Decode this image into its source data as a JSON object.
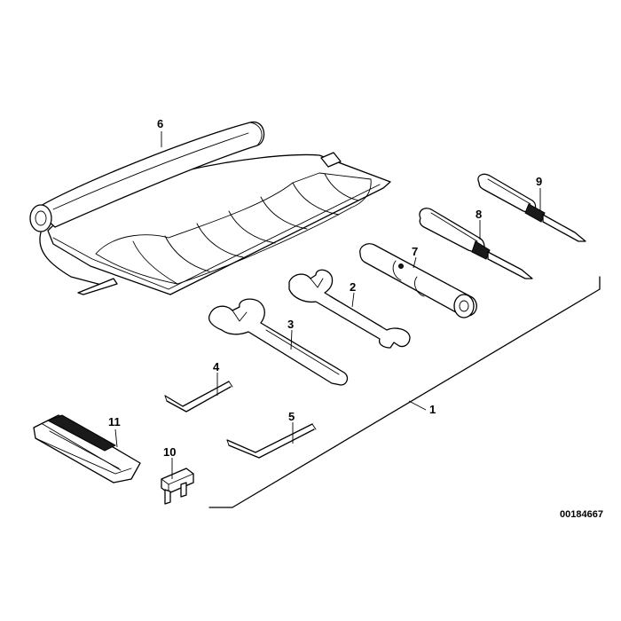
{
  "document_id": "00184667",
  "callouts": {
    "c1": "1",
    "c2": "2",
    "c3": "3",
    "c4": "4",
    "c5": "5",
    "c6": "6",
    "c7": "7",
    "c8": "8",
    "c9": "9",
    "c10": "10",
    "c11": "11"
  }
}
